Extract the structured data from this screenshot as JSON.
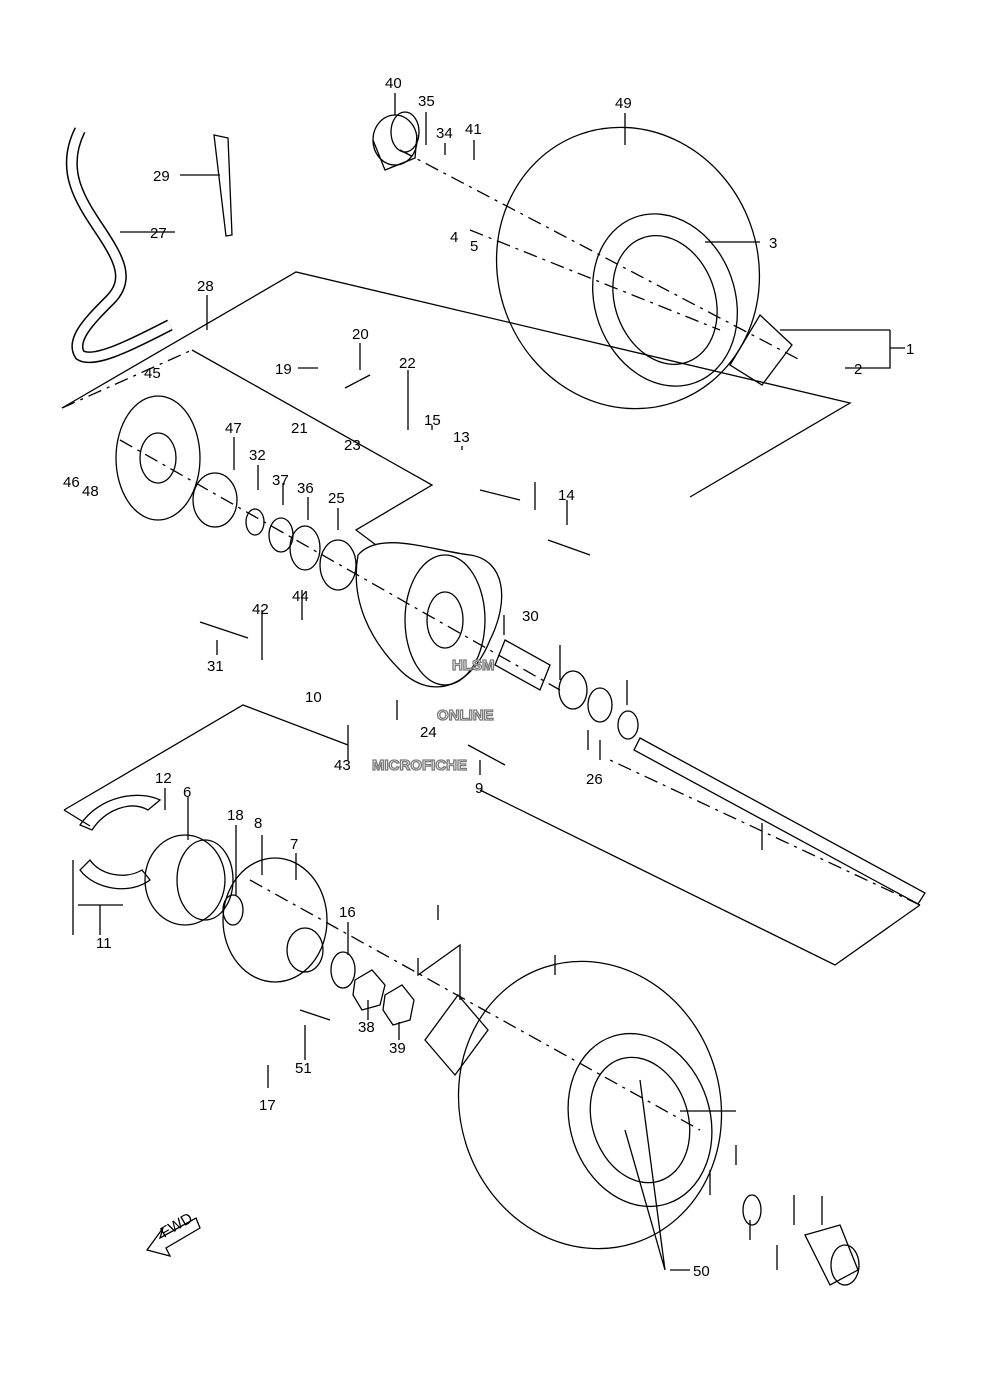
{
  "watermark": [
    "HLSM",
    "ONLINE",
    "MICROFICHE"
  ],
  "fwd_label": "FWD",
  "callouts": [
    "40",
    "35",
    "34",
    "41",
    "49",
    "29",
    "27",
    "4",
    "5",
    "3",
    "1",
    "2",
    "28",
    "20",
    "19",
    "45",
    "22",
    "15",
    "13",
    "47",
    "32",
    "37",
    "36",
    "25",
    "21",
    "23",
    "46",
    "48",
    "14",
    "44",
    "42",
    "31",
    "30",
    "10",
    "24",
    "9",
    "26",
    "43",
    "12",
    "6",
    "18",
    "8",
    "7",
    "16",
    "11",
    "38",
    "39",
    "17",
    "51",
    "50"
  ]
}
